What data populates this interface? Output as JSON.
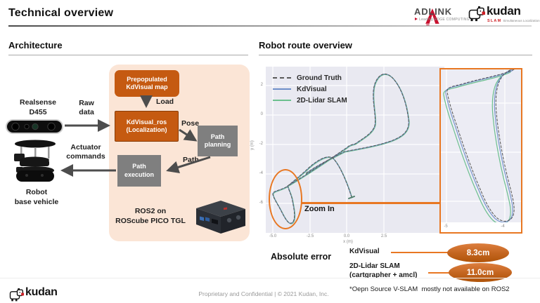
{
  "slide": {
    "title": "Technical overview"
  },
  "logos": {
    "adlink": {
      "name": "ADLINK",
      "tagline": "Leading EDGE COMPUTING"
    },
    "kudan": {
      "name": "kudan",
      "slam": "SLAM",
      "tagline": "Simultaneous Localization and Mapping"
    },
    "kudan_footer": {
      "name": "kudan"
    }
  },
  "architecture": {
    "heading": "Architecture",
    "sensor_label": "Realsense\nD455",
    "raw_data_label": "Raw\ndata",
    "prepopulated_box": "Prepopulated\nKdVisual map",
    "load_label": "Load",
    "kdvisual_box": "KdVisual_ros\n(Localization)",
    "pose_label": "Pose",
    "path_planning_box": "Path\nplanning",
    "path_label": "Path",
    "path_execution_box": "Path\nexecution",
    "actuator_label": "Actuator\ncommands",
    "robot_label": "Robot\nbase vehicle",
    "ros2_label": "ROS2 on\nROScube PICO TGL"
  },
  "route": {
    "heading": "Robot route overview",
    "zoom_in_label": "Zoom In"
  },
  "chart_data": {
    "type": "line",
    "title": "Robot route overview",
    "xlabel": "x (m)",
    "ylabel": "y (m)",
    "xtick_labels": [
      "-5.0",
      "-2.5",
      "0.0",
      "2.5"
    ],
    "ytick_labels": [
      "2",
      "0",
      "-2",
      "-4",
      "-6"
    ],
    "xlim": [
      -5.5,
      6.6
    ],
    "ylim": [
      -8.0,
      3.3
    ],
    "grid": true,
    "legend_position": "upper left",
    "series": [
      {
        "name": "Ground Truth",
        "line_style": "dashed",
        "color": "#595959"
      },
      {
        "name": "KdVisual",
        "line_style": "solid",
        "color": "#6E8FC9"
      },
      {
        "name": "2D-Lidar SLAM",
        "line_style": "solid",
        "color": "#6BBF8E"
      }
    ],
    "route_waypoints_m": [
      [
        0.3,
        -5.3
      ],
      [
        -0.9,
        -2.9
      ],
      [
        -2.4,
        -2.7
      ],
      [
        -3.8,
        -4.0
      ],
      [
        -5.1,
        -4.3
      ],
      [
        -5.1,
        -4.7
      ],
      [
        -4.2,
        -6.6
      ],
      [
        -3.9,
        -5.0
      ],
      [
        -1.0,
        -2.4
      ],
      [
        0.9,
        -1.0
      ],
      [
        1.7,
        0.5
      ],
      [
        1.6,
        1.9
      ],
      [
        2.4,
        2.9
      ],
      [
        3.5,
        2.0
      ],
      [
        4.1,
        0.4
      ],
      [
        2.3,
        -0.8
      ],
      [
        -0.3,
        -2.3
      ],
      [
        -2.5,
        -3.1
      ]
    ],
    "zoom_inset": {
      "xtick_labels": [
        "-5",
        "-4"
      ],
      "border_color": "#E87722"
    }
  },
  "errors": {
    "heading": "Absolute error",
    "rows": [
      {
        "label": "KdVisual",
        "value": "8.3cm"
      },
      {
        "label": "2D-Lidar SLAM\n(cartgrapher + amcl)",
        "value": "11.0cm"
      }
    ],
    "footnote": "*Oepn Source V-SLAM  mostly not available on ROS2"
  },
  "footer": {
    "text": "Proprietary and Confidential | © 2021 Kudan, Inc."
  },
  "colors": {
    "accent_orange": "#C55A11",
    "panel_peach": "#FBE5D6",
    "box_grey": "#7F7F7F",
    "highlight_orange": "#E87722",
    "adlink_red": "#C8102E",
    "kudan_red": "#CE2026",
    "plot_background": "#E9E9F1"
  }
}
